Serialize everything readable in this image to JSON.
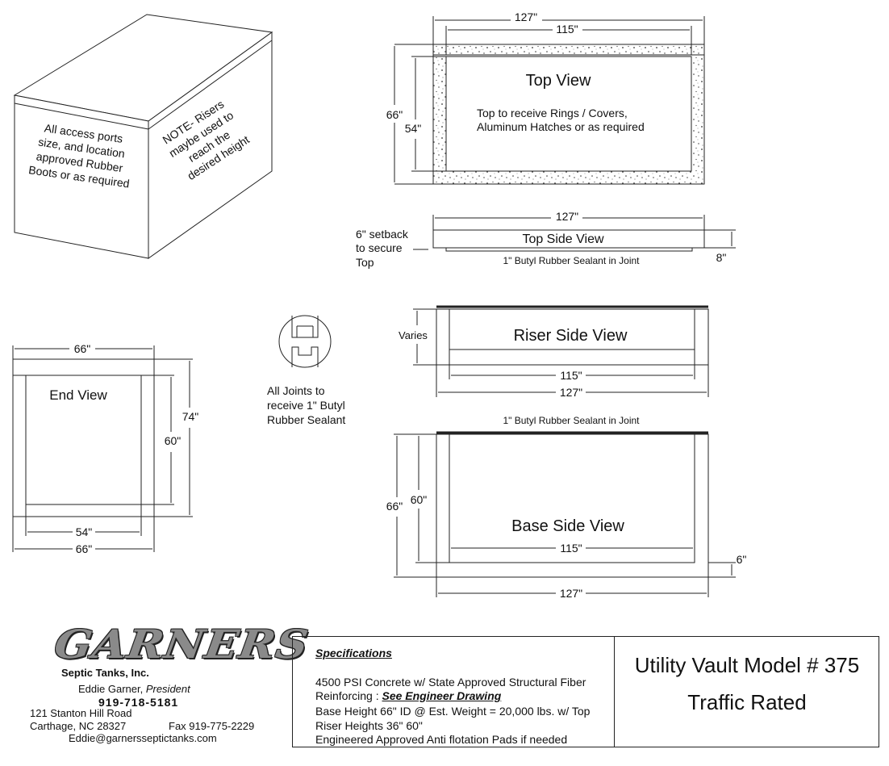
{
  "iso_view": {
    "access_note": [
      "All access ports",
      "size, and location",
      "approved Rubber",
      "Boots or as required"
    ],
    "riser_note": [
      "NOTE- Risers",
      "maybe used to",
      "reach the",
      "desired height"
    ]
  },
  "top_view": {
    "title": "Top View",
    "note": [
      "Top to receive Rings / Covers,",
      "Aluminum Hatches or as required"
    ],
    "dim_outer_width": "127\"",
    "dim_inner_width": "115\"",
    "dim_outer_height": "66\"",
    "dim_inner_height": "54\""
  },
  "top_side_view": {
    "title": "Top Side View",
    "dim_width": "127\"",
    "dim_thickness": "8\"",
    "sealant": "1\" Butyl Rubber Sealant in Joint",
    "setback_note": [
      "6\" setback",
      "to secure",
      "Top"
    ]
  },
  "joint_note": [
    "All Joints to",
    "receive 1\" Butyl",
    "Rubber Sealant"
  ],
  "riser_side_view": {
    "title": "Riser Side View",
    "dim_height": "Varies",
    "dim_inner": "115\"",
    "dim_outer": "127\"",
    "sealant": "1\" Butyl Rubber Sealant in Joint"
  },
  "end_view": {
    "title": "End View",
    "dim_top": "66\"",
    "dim_inner_width": "54\"",
    "dim_outer_width": "66\"",
    "dim_outer_height": "74\"",
    "dim_inner_height": "60\""
  },
  "base_side_view": {
    "title": "Base Side View",
    "dim_outer_height": "66\"",
    "dim_inner_height": "60\"",
    "dim_inner_width": "115\"",
    "dim_outer_width": "127\"",
    "dim_floor": "6\""
  },
  "company": {
    "logo": "GARNERS",
    "subtitle": "Septic Tanks, Inc.",
    "president_name": "Eddie Garner, ",
    "president_title": "President",
    "phone": "919-718-5181",
    "address1": "121 Stanton Hill Road",
    "address2": "Carthage, NC 28327",
    "fax": "Fax 919-775-2229",
    "email": "Eddie@garnersseptictanks.com"
  },
  "specs": {
    "title": "Specifications",
    "line1": "4500 PSI Concrete w/ State Approved Structural Fiber",
    "line2_prefix": "Reinforcing : ",
    "line2_ref": "See Engineer Drawing",
    "line3": "Base Height 66\" ID @ Est. Weight = 20,000 lbs. w/ Top",
    "line4": "Riser Heights 36\" 60\"",
    "line5": "Engineered Approved Anti flotation  Pads if needed"
  },
  "model": {
    "name": "Utility Vault Model # 375",
    "rating": "Traffic Rated"
  }
}
